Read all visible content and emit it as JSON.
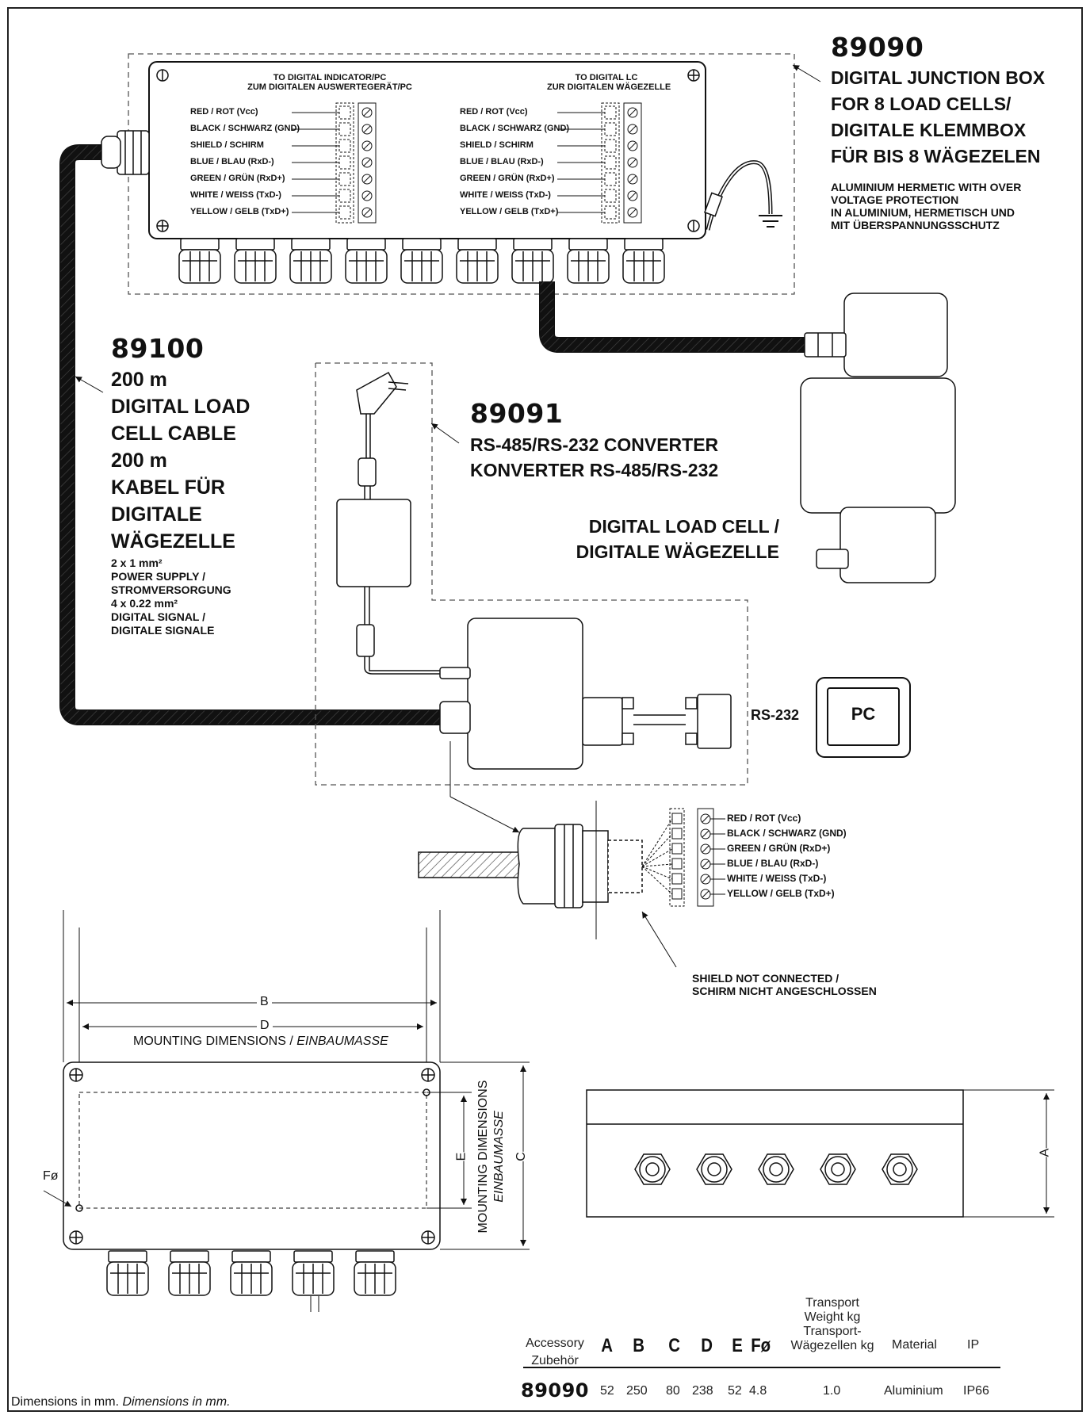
{
  "junction_box": {
    "code": "89090",
    "title_lines": [
      "DIGITAL JUNCTION BOX",
      "FOR 8 LOAD CELLS/",
      "DIGITALE KLEMMBOX",
      "FÜR BIS 8 WÄGEZELEN"
    ],
    "note_lines": [
      "ALUMINIUM HERMETIC WITH OVER",
      "VOLTAGE PROTECTION",
      "IN ALUMINIUM, HERMETISCH UND",
      "MIT ÜBERSPANNUNGSSCHUTZ"
    ],
    "left_header": [
      "TO DIGITAL INDICATOR/PC",
      "ZUM DIGITALEN AUSWERTEGERÄT/PC"
    ],
    "right_header": [
      "TO DIGITAL LC",
      "ZUR DIGITALEN WÄGEZELLE"
    ],
    "wires": [
      "RED / ROT (Vcc)",
      "BLACK / SCHWARZ (GND)",
      "SHIELD / SCHIRM",
      "BLUE / BLAU (RxD-)",
      "GREEN / GRÜN (RxD+)",
      "WHITE / WEISS (TxD-)",
      "YELLOW / GELB (TxD+)"
    ]
  },
  "cable": {
    "code": "89100",
    "title_lines": [
      "200 m",
      "DIGITAL LOAD",
      "CELL CABLE",
      "200 m",
      "KABEL FÜR",
      "DIGITALE",
      "WÄGEZELLE"
    ],
    "spec_lines": [
      "2 x 1 mm²",
      "POWER SUPPLY /",
      "STROMVERSORGUNG",
      "4 x 0.22 mm²",
      "DIGITAL SIGNAL /",
      "DIGITALE SIGNALE"
    ]
  },
  "converter": {
    "code": "89091",
    "title_lines": [
      "RS-485/RS-232 CONVERTER",
      "KONVERTER RS-485/RS-232"
    ]
  },
  "load_cell_label": [
    "DIGITAL LOAD CELL /",
    "DIGITALE WÄGEZELLE"
  ],
  "rs232_label": "RS-232",
  "pc_label": "PC",
  "connector_wires": [
    "RED / ROT (Vcc)",
    "BLACK / SCHWARZ (GND)",
    "GREEN / GRÜN (RxD+)",
    "BLUE / BLAU (RxD-)",
    "WHITE / WEISS (TxD-)",
    "YELLOW / GELB (TxD+)"
  ],
  "shield_note": [
    "SHIELD NOT CONNECTED /",
    "SCHIRM NICHT ANGESCHLOSSEN"
  ],
  "dimension_labels": {
    "b": "B",
    "d": "D",
    "c": "C",
    "e": "E",
    "a": "A",
    "f": "Fø",
    "mounting_h": "MOUNTING DIMENSIONS / ",
    "mounting_h_de": "EINBAUMASSE",
    "mounting_v": "MOUNTING DIMENSIONS",
    "mounting_v_de": "EINBAUMASSE"
  },
  "table": {
    "headers": {
      "accessory": [
        "Accessory",
        "Zubehör"
      ],
      "letters": [
        "A",
        "B",
        "C",
        "D",
        "E",
        "Fø"
      ],
      "weight": [
        "Transport",
        "Weight kg",
        "Transport-",
        "Wägezellen kg"
      ],
      "material": "Material",
      "ip": "IP"
    },
    "row": {
      "code": "89090",
      "values": [
        "52",
        "250",
        "80",
        "238",
        "52",
        "4.8"
      ],
      "weight": "1.0",
      "material": "Aluminium",
      "ip": "IP66"
    }
  },
  "footer": {
    "en": "Dimensions in mm. ",
    "de": "Dimensions in mm."
  }
}
